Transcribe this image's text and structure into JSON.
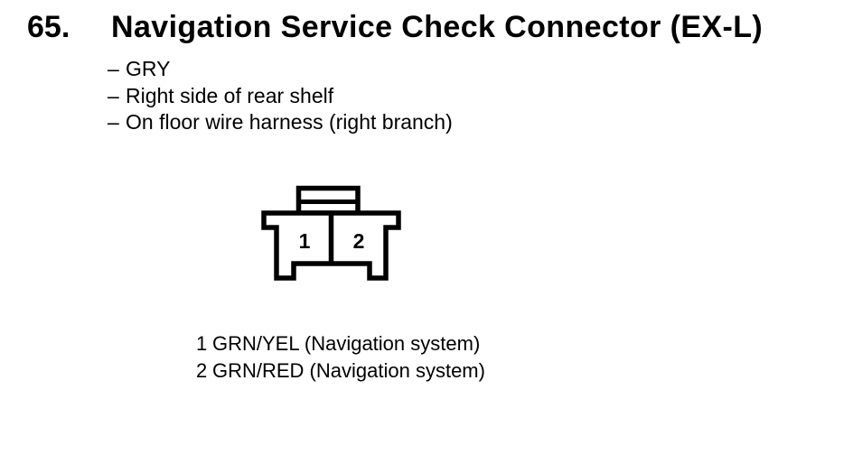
{
  "colors": {
    "ink": "#000000",
    "paper": "#ffffff"
  },
  "header": {
    "number": "65.",
    "title": "Navigation Service Check Connector (EX-L)"
  },
  "details": {
    "dash": "–",
    "items": [
      "GRY",
      "Right side of rear shelf",
      "On floor wire harness (right branch)"
    ]
  },
  "connector": {
    "cavities": [
      {
        "pin": "1"
      },
      {
        "pin": "2"
      }
    ]
  },
  "pinout": {
    "rows": [
      {
        "pin": "1",
        "description": "GRN/YEL (Navigation system)"
      },
      {
        "pin": "2",
        "description": "GRN/RED (Navigation system)"
      }
    ]
  }
}
